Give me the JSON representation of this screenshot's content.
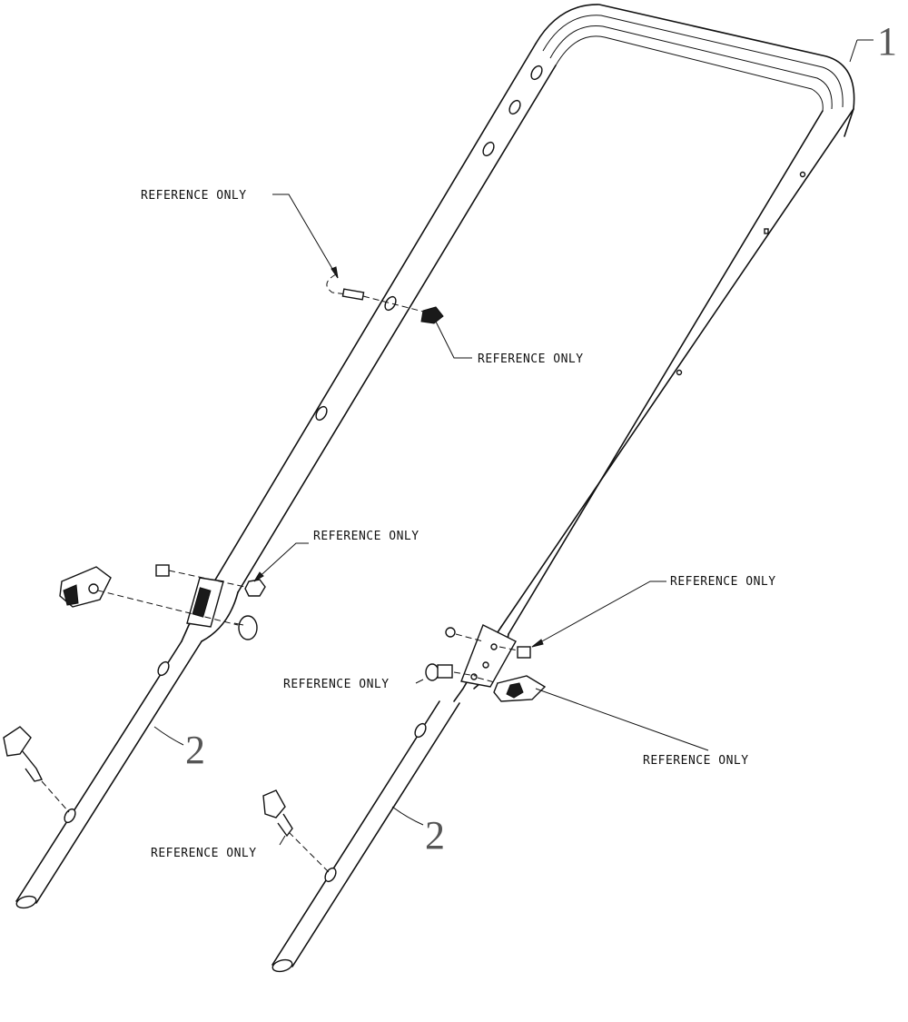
{
  "labels": {
    "ref1": "REFERENCE ONLY",
    "ref2": "REFERENCE ONLY",
    "ref3": "REFERENCE ONLY",
    "ref4": "REFERENCE ONLY",
    "ref5": "REFERENCE ONLY",
    "ref6": "REFERENCE ONLY",
    "ref7": "REFERENCE ONLY"
  },
  "callouts": {
    "upper_handle": "1",
    "lower_left": "2",
    "lower_right": "2"
  }
}
